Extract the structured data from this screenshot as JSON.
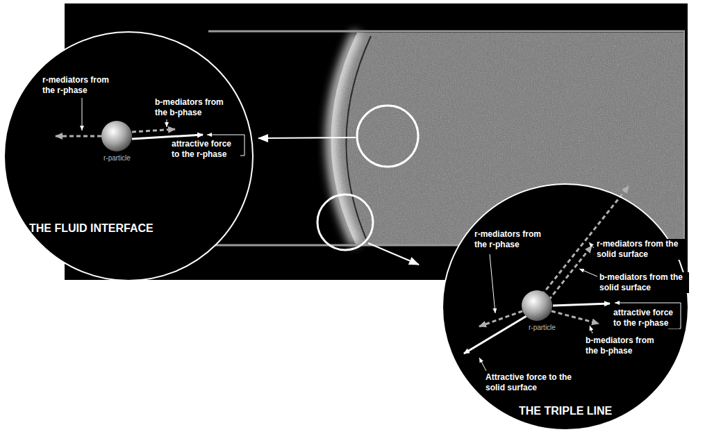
{
  "diagram": {
    "nodes": [
      {
        "text": [
          "THE FLUID INTERFACE"
        ]
      },
      {
        "text": [
          "THE TRIPLE LINE"
        ]
      }
    ],
    "labels": [
      "r-mediators from the r-phase",
      "b-mediators from the b-phase",
      "r-particle",
      "attractive force to the r-phase",
      "r-mediators from the solid surface",
      "b-mediators from the solid surface",
      "r-mediators from the r-phase",
      "attractive force to the r-phase",
      "r-particle",
      "b-mediators from the b-phase",
      "Attractive force to the solid surface"
    ]
  }
}
